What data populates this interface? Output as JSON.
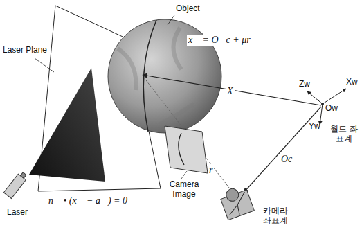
{
  "diagram": {
    "labels": [
      "Object",
      "Laser Plane",
      "Laser",
      "Camera Image",
      "x⃗ = O⃗c + μr⃗",
      "n⃗ • (x⃗ − a⃗) = 0",
      "X",
      "r",
      "Oc",
      "Zw",
      "Xw",
      "Ow",
      "Yw",
      "월드 좌표계",
      "카메라 좌표계"
    ]
  }
}
